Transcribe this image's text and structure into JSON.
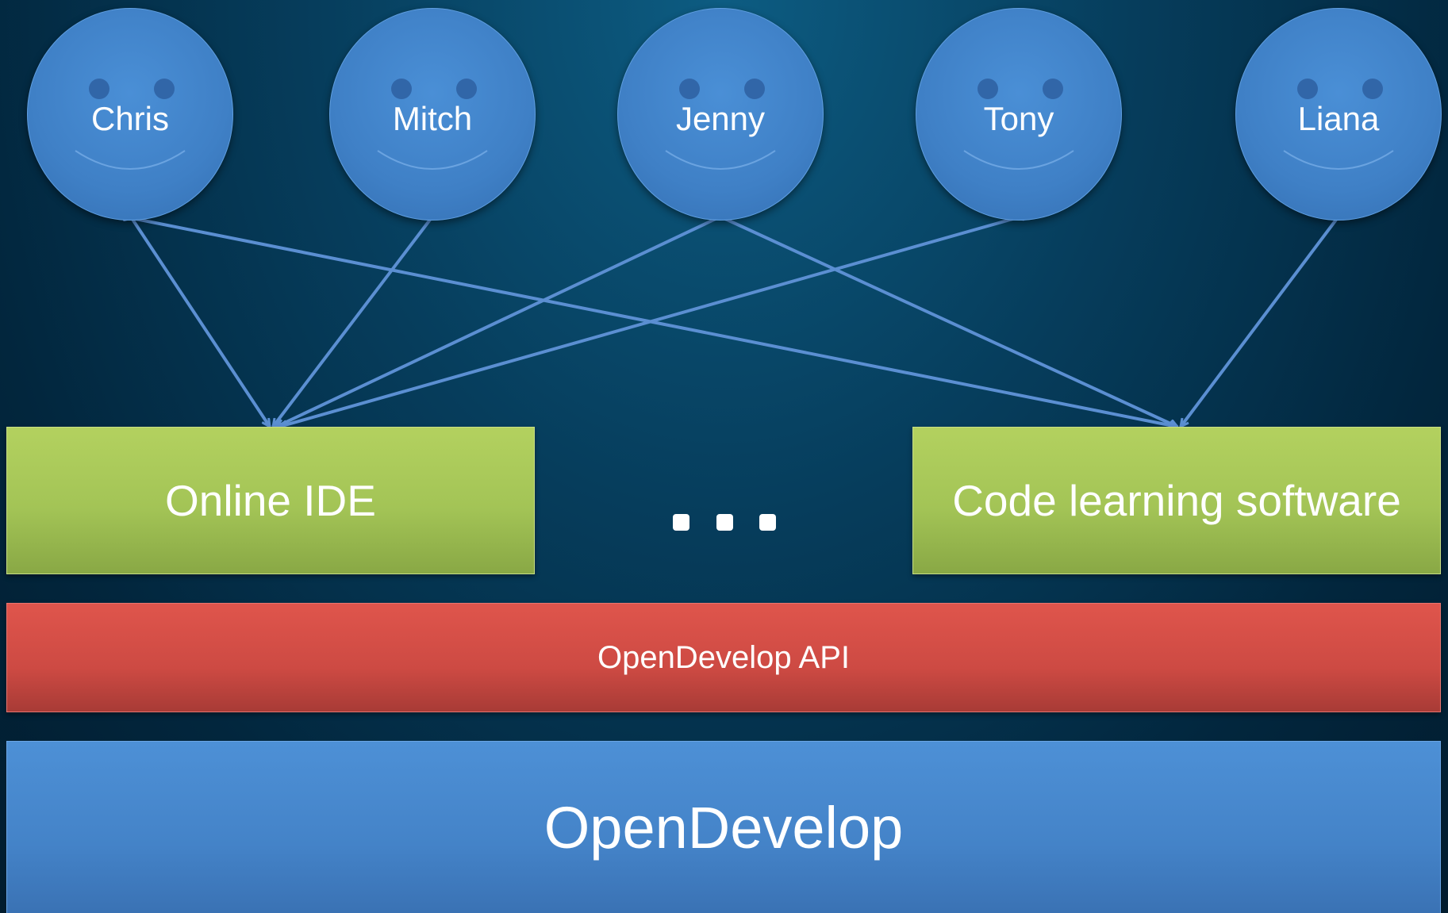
{
  "users": [
    {
      "name": "Chris"
    },
    {
      "name": "Mitch"
    },
    {
      "name": "Jenny"
    },
    {
      "name": "Tony"
    },
    {
      "name": "Liana"
    }
  ],
  "apps": {
    "left": "Online IDE",
    "right": "Code learning software"
  },
  "api_label": "OpenDevelop API",
  "core_label": "OpenDevelop",
  "colors": {
    "face": "#3f80c6",
    "app": "#a3c456",
    "api": "#cd4a43",
    "core": "#4483c8",
    "arrow": "#5b8fd2"
  },
  "connections": [
    {
      "from": "Chris",
      "to": "Online IDE"
    },
    {
      "from": "Chris",
      "to": "Code learning software"
    },
    {
      "from": "Mitch",
      "to": "Online IDE"
    },
    {
      "from": "Jenny",
      "to": "Online IDE"
    },
    {
      "from": "Jenny",
      "to": "Code learning software"
    },
    {
      "from": "Tony",
      "to": "Online IDE"
    },
    {
      "from": "Liana",
      "to": "Code learning software"
    }
  ]
}
